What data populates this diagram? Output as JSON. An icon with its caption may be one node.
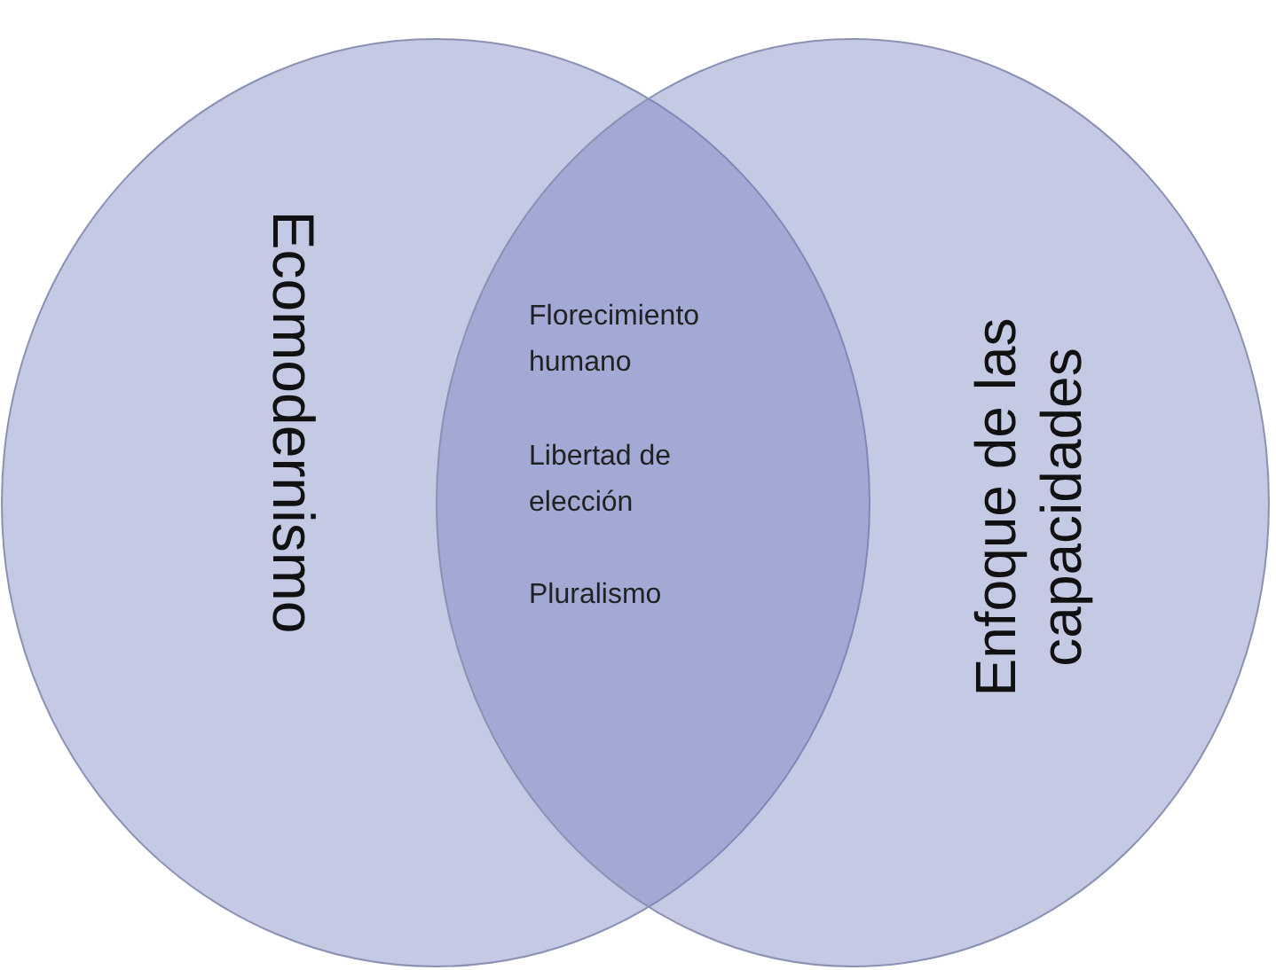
{
  "diagram": {
    "nodes": [
      {
        "text": [
          "Ecomodernismo"
        ]
      },
      {
        "text": [
          "Enfoque de las capacidades"
        ]
      }
    ],
    "labels": [
      "Florecimiento humano",
      "Libertad de elección",
      "Pluralismo"
    ]
  }
}
